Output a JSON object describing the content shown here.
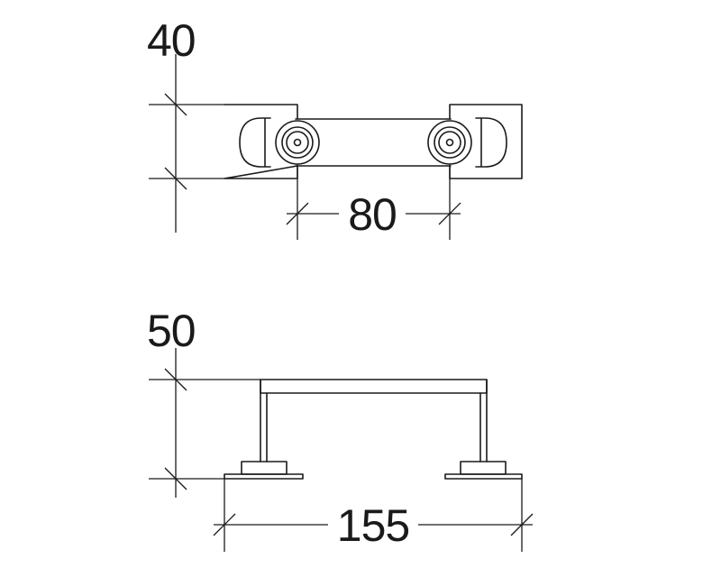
{
  "dimensions": {
    "top_view_height": "40",
    "top_view_spacing": "80",
    "side_view_height": "50",
    "side_view_width": "155"
  }
}
